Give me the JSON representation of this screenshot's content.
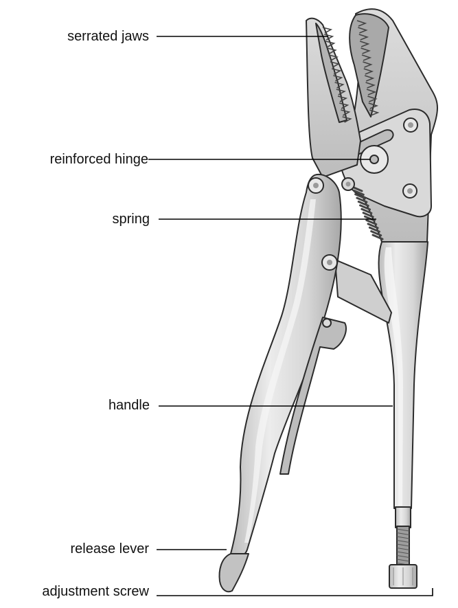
{
  "labels": {
    "serrated_jaws": "serrated jaws",
    "reinforced_hinge": "reinforced hinge",
    "spring": "spring",
    "handle": "handle",
    "release_lever": "release lever",
    "adjustment_screw": "adjustment screw"
  },
  "colors": {
    "metal_light": "#e4e4e4",
    "metal_mid": "#c9c9c9",
    "metal_dark": "#9b9b9b",
    "outline": "#2b2b2b",
    "leader_line": "#000000"
  }
}
